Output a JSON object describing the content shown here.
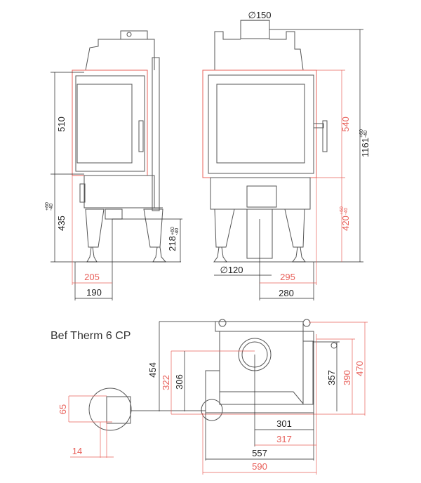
{
  "title": "Bef Therm 6 CP",
  "colors": {
    "dimension_black": "#222222",
    "dimension_red": "#e8605a",
    "outline": "#555555"
  },
  "side_view": {
    "glass_height": "510",
    "base_height": "435",
    "base_tolerance_plus": "+60",
    "base_tolerance_minus": "-40",
    "outlet_height": "218",
    "outlet_tolerance_plus": "+60",
    "outlet_tolerance_minus": "-40",
    "frame_depth": "205",
    "depth": "190"
  },
  "front_view": {
    "flue_diameter": "150",
    "air_inlet_diameter": "120",
    "frame_height": "540",
    "frame_base_height": "420",
    "frame_base_tolerance_plus": "+60",
    "frame_base_tolerance_minus": "-40",
    "total_height": "1161",
    "total_tolerance_plus": "+60",
    "total_tolerance_minus": "-40",
    "frame_half_width": "295",
    "half_width": "280"
  },
  "plan_view": {
    "depth_total": "454",
    "flue_offset_frame": "322",
    "flue_offset": "306",
    "side_depth": "357",
    "side_depth_frame": "390",
    "depth_frame_total": "470",
    "flue_to_side": "301",
    "flue_to_side_frame": "317",
    "width": "557",
    "width_frame": "590",
    "detail_height": "65",
    "detail_width": "14"
  },
  "diameter_symbol": "∅"
}
